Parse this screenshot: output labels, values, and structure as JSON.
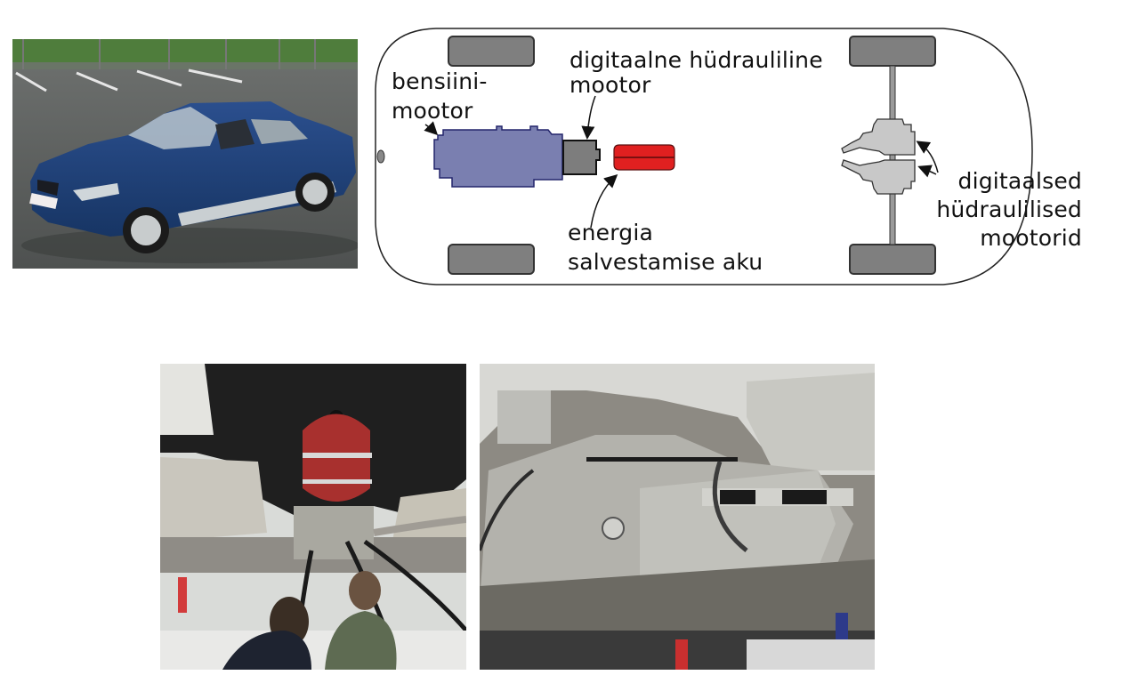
{
  "figure": {
    "photos": {
      "car": {
        "description": "Blue sedan test vehicle on a wet parking lot"
      },
      "accumulator_install": {
        "description": "Red energy storage accumulator installed under the car, technicians underneath"
      },
      "motor_install": {
        "description": "Digital hydraulic motors mounted at rear axle underbody"
      }
    },
    "diagram": {
      "labels": {
        "petrol_engine": [
          "bensiini-",
          "mootor"
        ],
        "digital_hydraulic_motor": [
          "digitaalne hüdrauliline",
          "mootor"
        ],
        "energy_storage": [
          "energia",
          "salvestamise aku"
        ],
        "digital_hydraulic_motors": [
          "digitaalsed",
          "hüdraulilised",
          "mootorid"
        ]
      },
      "colors": {
        "engine_fill": "#7a7fb0",
        "engine_stroke": "#23256b",
        "motor_fill": "#7d7d7d",
        "accumulator_fill": "#e02020",
        "wheel_fill": "#7f7f7f",
        "rear_motor_fill": "#c8c8c8",
        "outline": "#222222"
      }
    }
  }
}
